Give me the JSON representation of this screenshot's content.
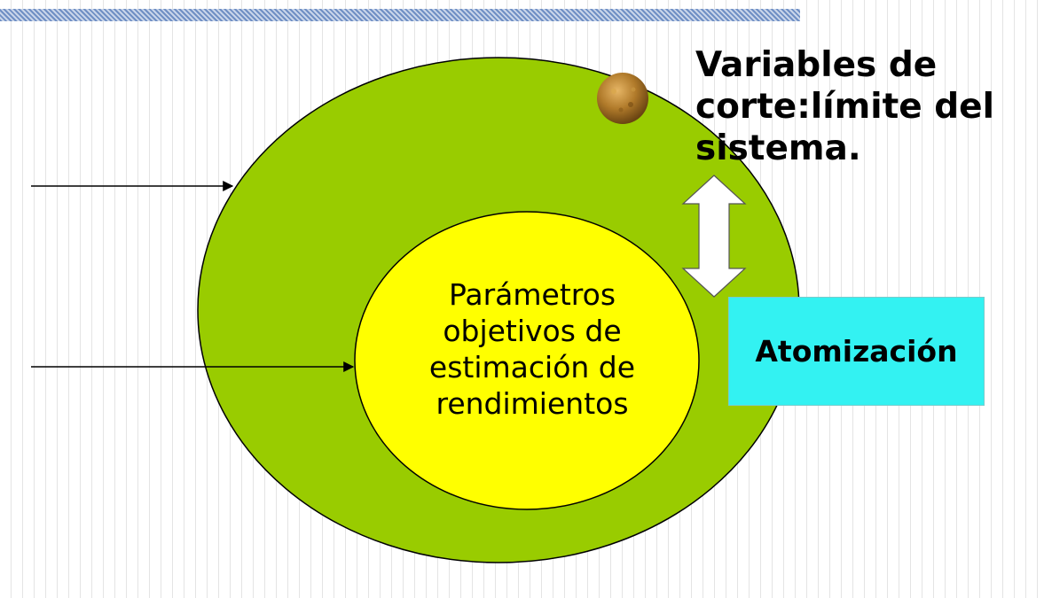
{
  "diagram": {
    "boundary_label": "Variables de corte:límite del sistema.",
    "inner_label": "Parámetros objetivos de estimación de rendimientos",
    "box_label": "Atomización",
    "colors": {
      "outer_circle": "#99cc00",
      "inner_circle": "#ffff00",
      "box": "#33f2f2",
      "arrows": "#000000",
      "double_arrow": "#ffffff",
      "ball": "#b8862f",
      "top_bar": "#6f8fc4"
    }
  }
}
